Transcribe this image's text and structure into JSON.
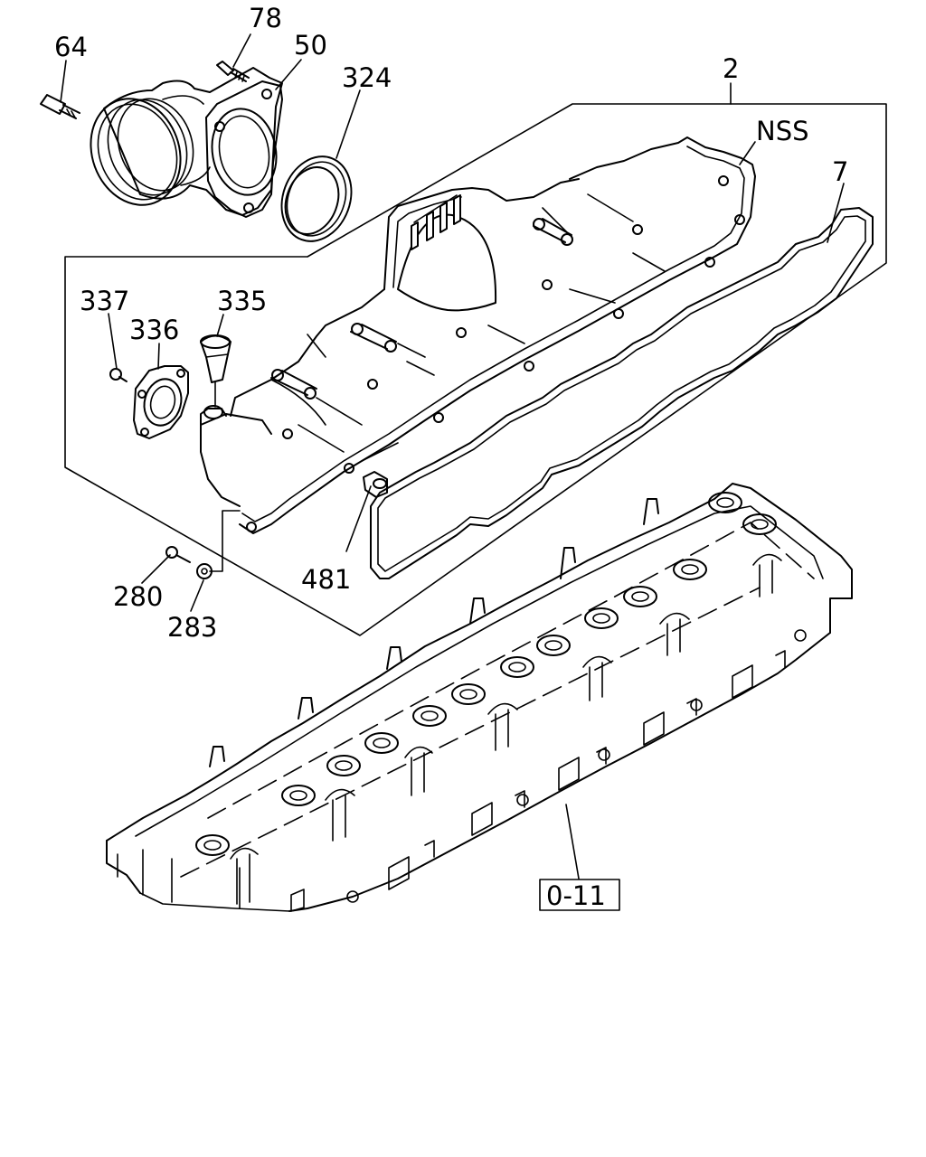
{
  "labels": {
    "p64": "64",
    "p78": "78",
    "p50": "50",
    "p324": "324",
    "p2": "2",
    "nss": "NSS",
    "p7": "7",
    "p337": "337",
    "p336": "336",
    "p335": "335",
    "p481": "481",
    "p280": "280",
    "p283": "283",
    "ref": "0-11"
  },
  "colors": {
    "line": "#000000",
    "background": "#ffffff"
  }
}
